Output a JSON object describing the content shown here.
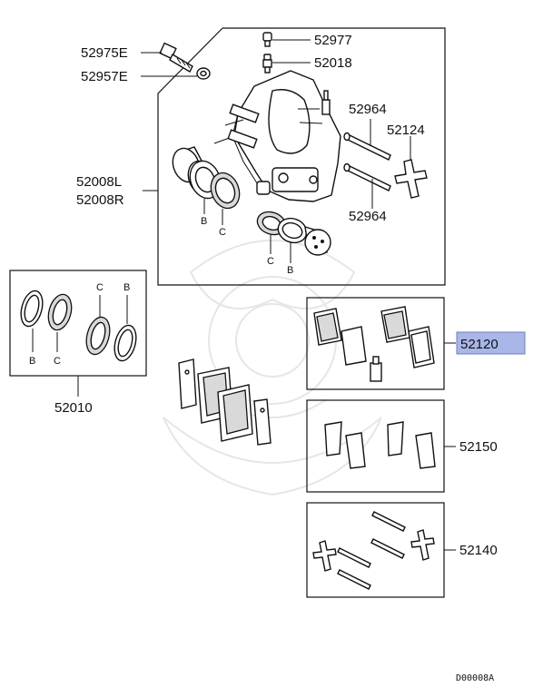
{
  "parts": {
    "bolt": "52975E",
    "bushing": "52957E",
    "bleeder": "52977",
    "bleeder_cap": "52018",
    "pin_upper": "52964",
    "pin_lower": "52964",
    "clip": "52124",
    "caliper_left": "52008L",
    "caliper_right": "52008R",
    "seal_kit": "52010",
    "pad_set": "52120",
    "shim_kit": "52150",
    "pin_kit": "52140"
  },
  "letters": {
    "b": "B",
    "c": "C"
  },
  "highlight_color": "#a9b6e8",
  "diagram_code": "D00008A"
}
